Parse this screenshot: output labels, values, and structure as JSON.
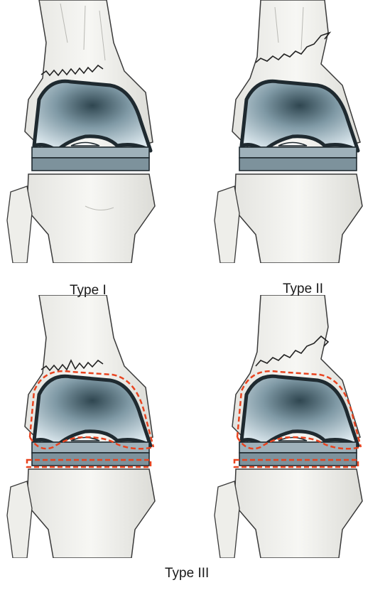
{
  "labels": {
    "type1": "Type I",
    "type2": "Type II",
    "type3": "Type III"
  },
  "colors": {
    "bone_fill": "#f1f1ee",
    "bone_stroke": "#3a3a3a",
    "implant_dark": "#1f2a30",
    "implant_light": "#d8e6ec",
    "implant_mid": "#6f8a96",
    "tibial_tray": "#8fa3ad",
    "dashed_outline": "#e8431f"
  },
  "panels": [
    {
      "id": "type-i-left",
      "fracture": "zigzag-line",
      "dashed_outline": false
    },
    {
      "id": "type-ii",
      "fracture": "displaced-step",
      "dashed_outline": false
    },
    {
      "id": "type-iii-left",
      "fracture": "zigzag-line",
      "dashed_outline": true
    },
    {
      "id": "type-iii-right",
      "fracture": "displaced-step",
      "dashed_outline": true
    }
  ]
}
